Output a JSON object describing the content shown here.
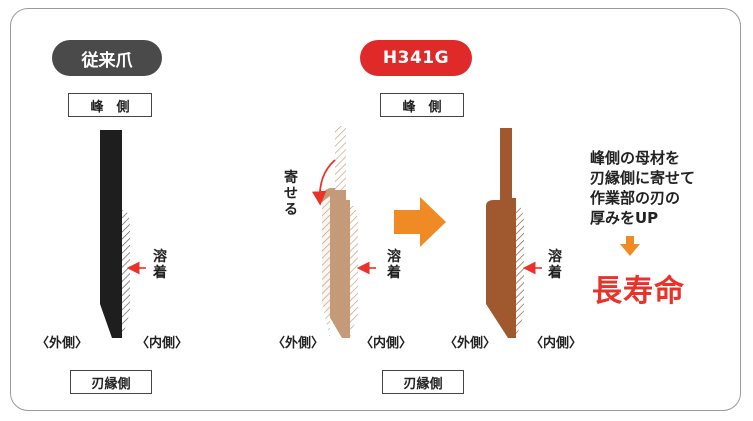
{
  "conventional": {
    "badge": "従来爪",
    "top_label": "峰　側",
    "bottom_label": "刃縁側",
    "weld_label": "溶着",
    "outer_label": "〈外側〉",
    "inner_label": "〈内側〉"
  },
  "new_model": {
    "badge": "H341G",
    "top_label": "峰　側",
    "bottom_label": "刃縁側",
    "shift_label": "寄せる",
    "weld_label_before": "溶着",
    "weld_label_after": "溶着",
    "outer_label_before": "〈外側〉",
    "inner_label_before": "〈内側〉",
    "outer_label_after": "〈外側〉",
    "inner_label_after": "〈内側〉"
  },
  "description": {
    "lines": [
      "峰側の母材を",
      "刃縁側に寄せて",
      "作業部の刃の",
      "厚みをUP"
    ],
    "result": "長寿命"
  },
  "colors": {
    "conventional_blade": "#1e1e1e",
    "before_blade": "#c49a78",
    "after_blade": "#a0582e",
    "arrow_orange": "#f08a24",
    "accent_red": "#e8322a",
    "badge_dark": "#4a4a4a",
    "badge_red": "#e02a2a"
  }
}
